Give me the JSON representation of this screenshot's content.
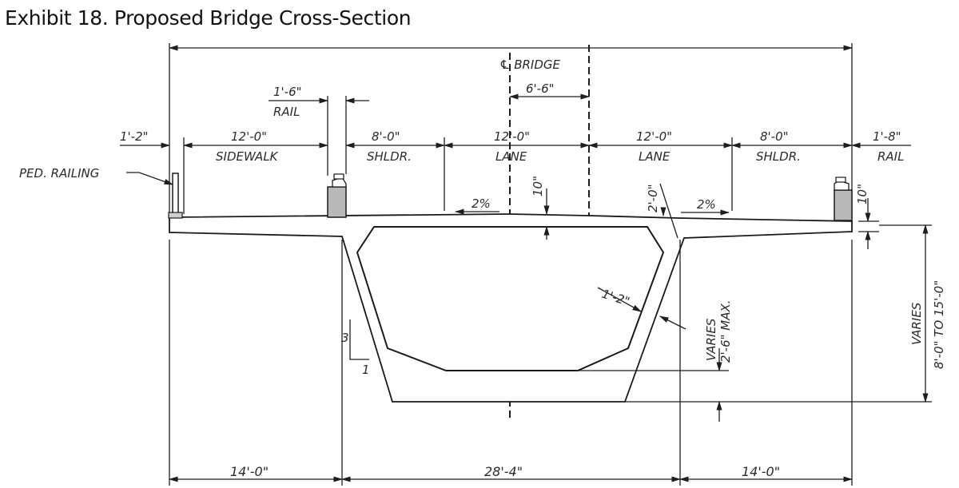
{
  "title": "Exhibit 18. Proposed Bridge Cross-Section",
  "labels": {
    "centerline": "℄ BRIDGE",
    "cl_offset": "6'-6\"",
    "rail_left_dim": "1'-6\"",
    "rail_left_label": "RAIL",
    "edge_left_dim": "1'-2\"",
    "sidewalk_dim": "12'-0\"",
    "sidewalk_label": "SIDEWALK",
    "shoulder_left_dim": "8'-0\"",
    "shoulder_left_label": "SHLDR.",
    "lane_left_dim": "12'-0\"",
    "lane_left_label": "LANE",
    "lane_right_dim": "12'-0\"",
    "lane_right_label": "LANE",
    "shoulder_right_dim": "8'-0\"",
    "shoulder_right_label": "SHLDR.",
    "rail_right_dim": "1'-8\"",
    "rail_right_label": "RAIL",
    "ped_railing": "PED. RAILING",
    "slope_left": "2%",
    "slope_right": "2%",
    "deck_thickness": "10\"",
    "haunch_dim": "2'-0\"",
    "overhang_edge": "10\"",
    "web_thickness": "1'-2\"",
    "varies_small_a": "VARIES",
    "varies_small_b": "2'-6\" MAX.",
    "varies_large_a": "VARIES",
    "varies_large_b": "8'-0\" TO 15'-0\"",
    "web_slope_rise": "3",
    "web_slope_run": "1",
    "bottom_left": "14'-0\"",
    "bottom_center": "28'-4\"",
    "bottom_right": "14'-0\""
  }
}
